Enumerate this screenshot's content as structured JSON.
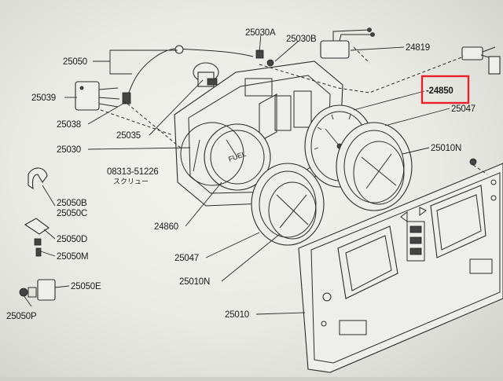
{
  "labels": {
    "p25030A": "25030A",
    "p25030B": "25030B",
    "p24819": "24819",
    "p25050": "25050",
    "p25039": "25039",
    "p25038": "25038",
    "p25035": "25035",
    "p25030": "25030",
    "p08313": "08313-51226",
    "screw_jp": "スクリュー",
    "p24850": "-24850",
    "p25047_top": "25047",
    "p25010N_top": "25010N",
    "p25050B": "25050B",
    "p25050C": "25050C",
    "p25050D": "25050D",
    "p25050M": "25050M",
    "p25050E": "25050E",
    "p25050P": "25050P",
    "p24860": "24860",
    "p25047_bottom": "25047",
    "p25010N_bottom": "25010N",
    "p25010": "25010"
  },
  "highlight": {
    "part": "24850",
    "color": "#e8202a"
  },
  "colors": {
    "paper": "#eeefe8",
    "ink": "#2a2a2a"
  }
}
